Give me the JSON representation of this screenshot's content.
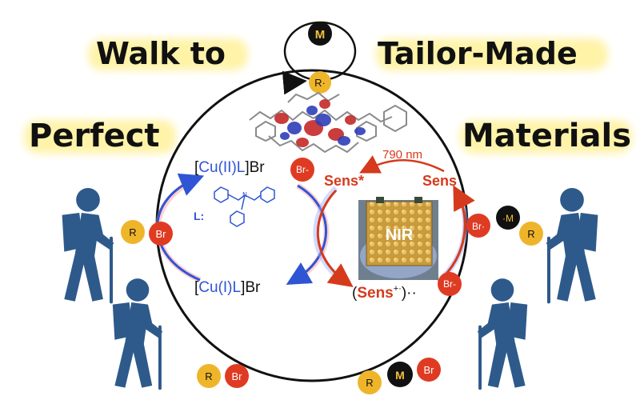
{
  "headlines": {
    "walk_to": "Walk to",
    "tailor_made": "Tailor-Made",
    "perfect": "Perfect",
    "materials": "Materials"
  },
  "metal_badge": "M",
  "radical_badge": "R·",
  "copper_cycle": {
    "cu2_prefix": "[",
    "cu2_core": "Cu(II)L",
    "cu2_suffix": "]Br",
    "cu1_prefix": "[",
    "cu1_core": "Cu(I)L",
    "cu1_suffix": "]Br",
    "ligand_label": "L:",
    "br_badge": "Br-"
  },
  "sensitizer_cycle": {
    "sens_excited": "Sens*",
    "sens": "Sens",
    "wavelength": "790 nm",
    "sens_radical_open": "(",
    "sens_radical_core": "Sens",
    "sens_radical_sup": "+·",
    "sens_radical_close": ")··",
    "br_badge": "Br-",
    "nir_label": "NIR"
  },
  "substrate_badges": {
    "r": "R",
    "br": "Br",
    "br_minus": "Br·",
    "m_dot": "·M",
    "m": "M"
  },
  "colors": {
    "blue": "#2f55d4",
    "red": "#d63a1c",
    "br_red": "#df3b23",
    "r_yellow": "#efb52a",
    "hiker_blue": "#2e5a8b",
    "black": "#111111"
  }
}
